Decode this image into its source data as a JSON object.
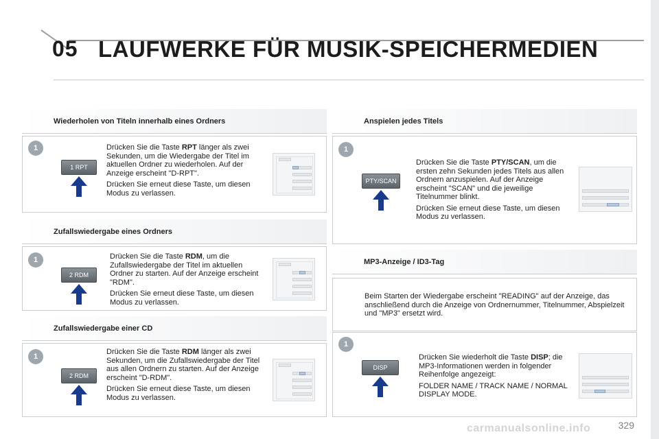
{
  "header": {
    "chapter_number": "05",
    "title": "LAUFWERKE FÜR MUSIK-SPEICHERMEDIEN"
  },
  "sections": {
    "repeat": {
      "heading": "Wiederholen von Titeln innerhalb eines Ordners",
      "badge": "1",
      "button_label": "1 RPT",
      "text_pre": "Drücken Sie die Taste ",
      "text_bold": "RPT",
      "text_post": " länger als zwei Sekunden, um die Wiedergabe der Titel im aktuellen Ordner zu wiederholen. Auf der Anzeige erscheint \"D-RPT\".",
      "text2": "Drücken Sie erneut diese Taste, um diesen Modus zu verlassen."
    },
    "random_folder": {
      "heading": "Zufallswiedergabe eines Ordners",
      "badge": "1",
      "button_label": "2 RDM",
      "text_pre": "Drücken Sie die Taste ",
      "text_bold": "RDM",
      "text_post": ", um die Zufallswiedergabe der Titel im aktuellen Ordner zu starten. Auf der Anzeige erscheint \"RDM\".",
      "text2": "Drücken Sie erneut diese Taste, um diesen Modus zu verlassen."
    },
    "random_cd": {
      "heading": "Zufallswiedergabe einer CD",
      "badge": "1",
      "button_label": "2 RDM",
      "text_pre": "Drücken Sie die Taste ",
      "text_bold": "RDM",
      "text_post": " länger als zwei Sekunden, um die Zufallswiedergabe der Titel aus allen Ordnern zu starten. Auf der Anzeige erscheint \"D-RDM\".",
      "text2": "Drücken Sie erneut diese Taste, um diesen Modus zu verlassen."
    },
    "scan": {
      "heading": "Anspielen jedes Titels",
      "badge": "1",
      "button_label": "PTY/SCAN",
      "text_pre": "Drücken Sie die Taste ",
      "text_bold": "PTY/SCAN",
      "text_post": ", um die ersten zehn Sekunden jedes Titels aus allen Ordnern anzuspielen. Auf der Anzeige erscheint \"SCAN\" und die jeweilige Titelnummer blinkt.",
      "text2": "Drücken Sie erneut diese Taste, um diesen Modus zu verlassen."
    },
    "mp3": {
      "heading_a": "MP3-Anzeige",
      "heading_sep": " / ",
      "heading_b": "ID3-Tag",
      "intro": "Beim Starten der Wiedergabe erscheint \"READING\" auf der Anzeige, das anschließend durch die Anzeige von Ordnernummer, Titelnummer, Abspielzeit und \"MP3\" ersetzt wird.",
      "badge": "1",
      "button_label": "DISP",
      "text_pre": "Drücken Sie wiederholt die Taste ",
      "text_bold": "DISP",
      "text_post": "; die MP3-Informationen werden in folgender Reihenfolge angezeigt:",
      "text2": "FOLDER NAME / TRACK NAME / NORMAL DISPLAY MODE."
    }
  },
  "footer": {
    "page_number": "329",
    "watermark": "carmanualsonline.info"
  }
}
